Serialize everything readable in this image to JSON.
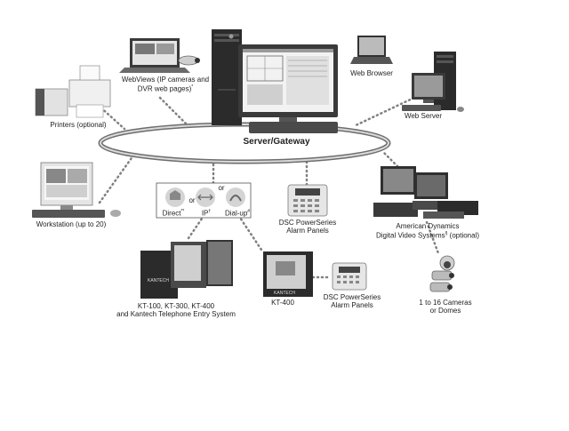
{
  "diagram": {
    "hub_label": "Server/Gateway",
    "nodes": {
      "webviews": {
        "line1": "WebViews (IP cameras and",
        "line2": "DVR web pages)",
        "mark": "*"
      },
      "printers": {
        "label": "Printers (optional)"
      },
      "web_browser": {
        "label": "Web Browser"
      },
      "web_server": {
        "label": "Web Server"
      },
      "workstation": {
        "label": "Workstation (up to 20)"
      },
      "connection_box": {
        "direct": "Direct",
        "direct_mark": "**",
        "ip": "IP",
        "ip_mark": "†",
        "or1": "or",
        "or2": "or",
        "dialup": "Dial-up",
        "dialup_mark": "#"
      },
      "dsc_top": {
        "line1": "DSC PowerSeries",
        "line2": "Alarm Panels"
      },
      "american_dynamics": {
        "line1": "American Dynamics",
        "line2": "Digital Video Systems",
        "mark": "§",
        "line2_suffix": " (optional)"
      },
      "kt_series": {
        "line1": "KT-100, KT-300, KT-400",
        "line2": "and Kantech Telephone Entry System"
      },
      "kt400": {
        "label": "KT-400"
      },
      "dsc_bottom": {
        "line1": "DSC PowerSeries",
        "line2": "Alarm Panels"
      },
      "cameras": {
        "line1": "1 to 16 Cameras",
        "line2": "or Domes"
      },
      "panel_brand": {
        "kantech": "KANTECH"
      }
    }
  },
  "colors": {
    "ring_outer": "#6d6d6d",
    "ring_inner": "#d9d9d9",
    "dotted": "#808080",
    "device_dark": "#2b2b2b",
    "device_mid": "#8a8a8a",
    "device_light": "#d4d4d4"
  }
}
